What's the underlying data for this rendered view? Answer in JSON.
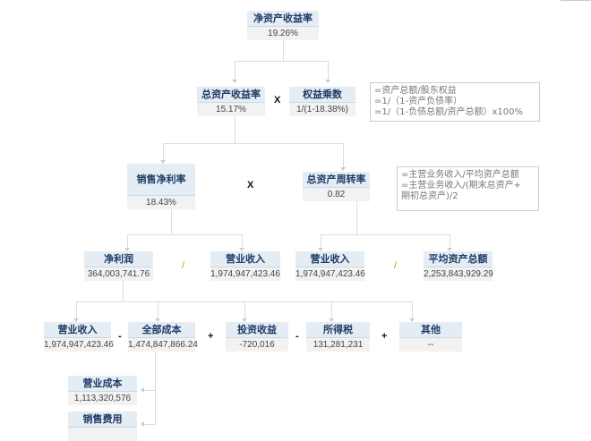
{
  "roe": {
    "label": "净资产收益率",
    "value": "19.26%"
  },
  "roa": {
    "label": "总资产收益率",
    "value": "15.17%"
  },
  "equity_multiplier": {
    "label": "权益乘数",
    "value": "1/(1-18.38%)"
  },
  "equity_note": [
    "=资产总额/股东权益",
    "=1/（1-资产负债率）",
    "=1/（1-负债总额/资产总额）x100%"
  ],
  "net_margin": {
    "label": "销售净利率",
    "value": "18.43%"
  },
  "asset_turnover": {
    "label": "总资产周转率",
    "value": "0.82"
  },
  "turnover_note": [
    "=主营业务收入/平均资产总额",
    "=主营业务收入/(期末总资产+",
    "期初总资产)/2"
  ],
  "net_profit": {
    "label": "净利润",
    "value": "364,003,741.76"
  },
  "revenue_a": {
    "label": "营业收入",
    "value": "1,974,947,423.46"
  },
  "revenue_b": {
    "label": "营业收入",
    "value": "1,974,947,423.46"
  },
  "avg_assets": {
    "label": "平均资产总额",
    "value": "2,253,843,929.29"
  },
  "revenue_c": {
    "label": "营业收入",
    "value": "1,974,947,423.46"
  },
  "total_cost": {
    "label": "全部成本",
    "value": "1,474,847,866.24"
  },
  "investment_income": {
    "label": "投资收益",
    "value": "-720,016"
  },
  "income_tax": {
    "label": "所得税",
    "value": "131,281,231"
  },
  "other": {
    "label": "其他",
    "value": "--"
  },
  "operating_cost": {
    "label": "营业成本",
    "value": "1,113,320,576"
  },
  "selling_expense": {
    "label": "销售费用",
    "value": ""
  },
  "ops": {
    "times": "X",
    "divide": "/",
    "minus": "-",
    "plus": "+"
  }
}
